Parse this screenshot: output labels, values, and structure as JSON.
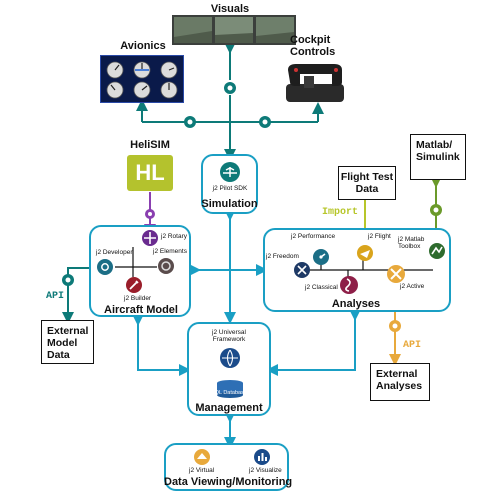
{
  "labels": {
    "visuals": "Visuals",
    "avionics": "Avionics",
    "cockpit_controls": "Cockpit Controls",
    "helisim": "HeliSIM",
    "helisim_logo": "HL",
    "flight_test_data": "Flight Test Data",
    "matlab_simulink": "Matlab/ Simulink",
    "import": "Import",
    "api_left": "API",
    "api_right": "API",
    "external_model_data": "External Model Data",
    "external_analyses": "External Analyses"
  },
  "simulation": {
    "sdk": "j2 Pilot SDK",
    "title": "Simulation"
  },
  "aircraft_model": {
    "title": "Aircraft Model",
    "rotary": "j2 Rotary",
    "developer": "j2 Developer",
    "elements": "j2 Elements",
    "builder": "j2 Builder"
  },
  "analyses": {
    "title": "Analyses",
    "performance": "j2 Performance",
    "flight": "j2 Flight",
    "matlab_toolbox": "j2 Matlab Toolbox",
    "freedom": "j2 Freedom",
    "classical": "j2 Classical",
    "active": "j2 Active"
  },
  "management": {
    "framework": "j2 Universal Framework",
    "database": "SQL Database",
    "title": "Management"
  },
  "data_viewing": {
    "virtual": "j2 Virtual",
    "visualize": "j2 Visualize",
    "title": "Data Viewing/Monitoring"
  },
  "colors": {
    "connector": "#1a9fc4",
    "link": "#0d7a78",
    "import": "#b7c62a",
    "api_right": "#e8a93c",
    "matlab_link": "#6b9a2a",
    "helisim_link": "#8a3fb0",
    "helisim_logo": "#b4c22d"
  }
}
